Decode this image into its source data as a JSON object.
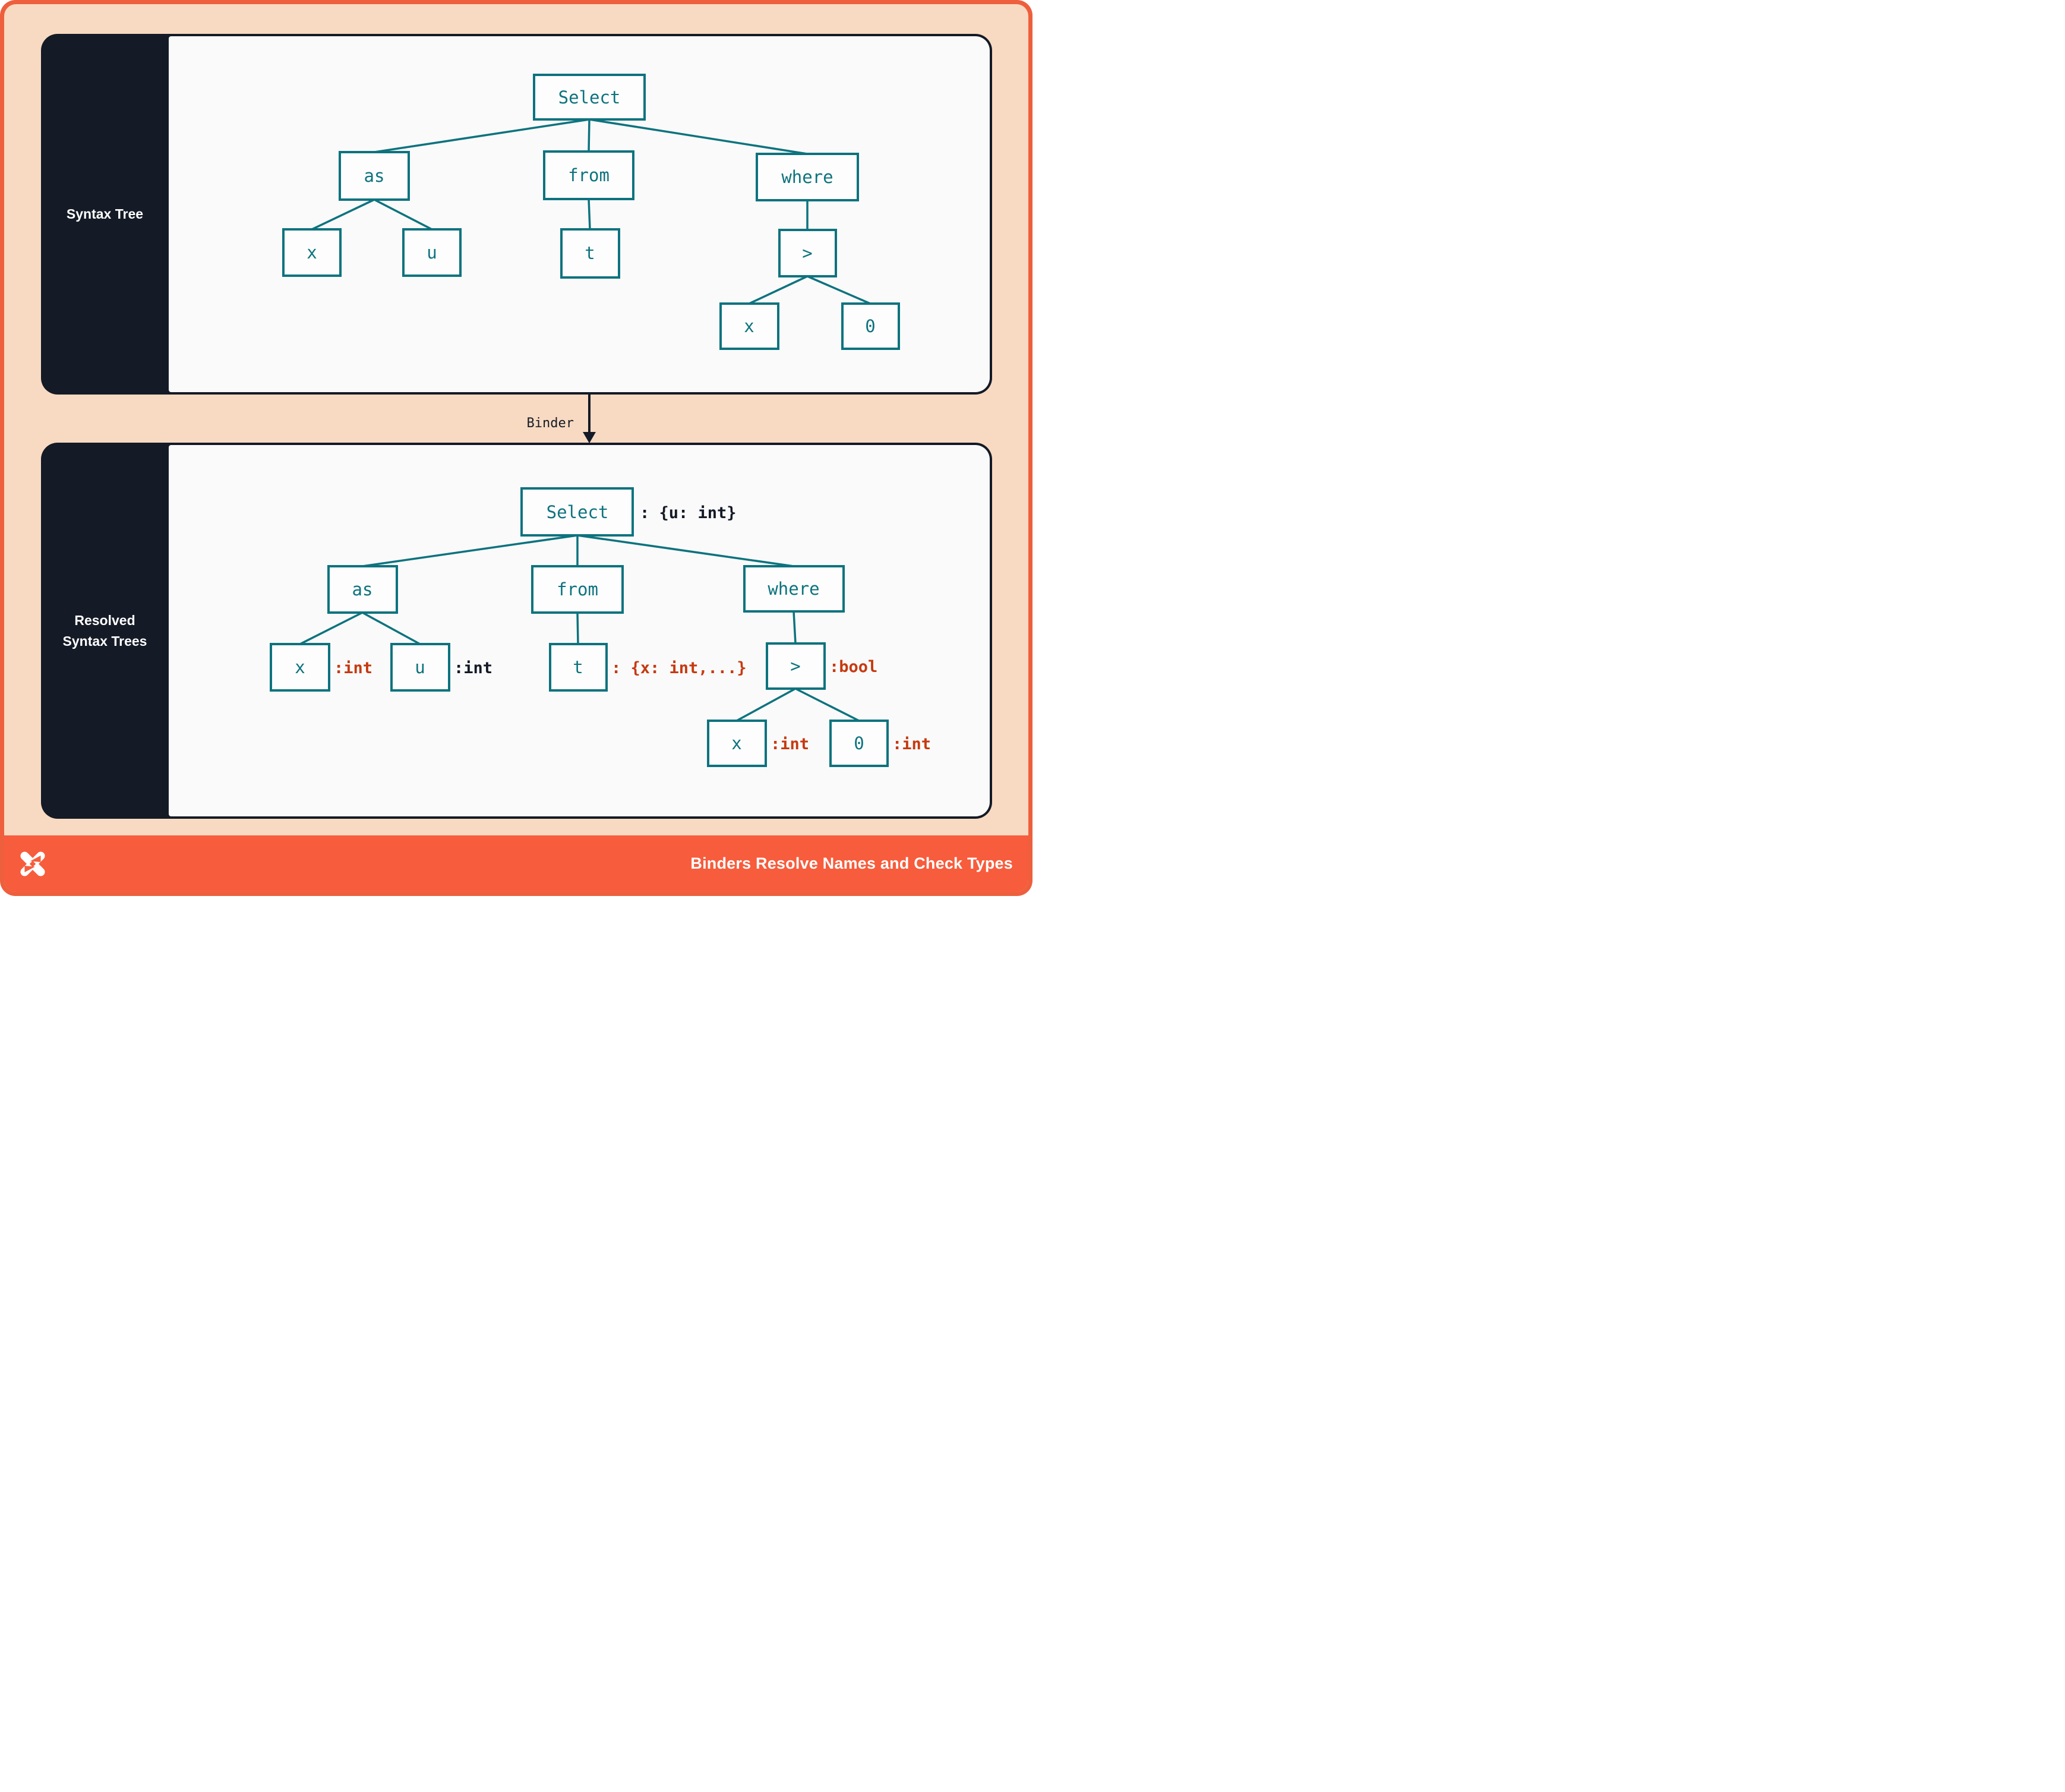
{
  "colors": {
    "frame": "#ee5f3d",
    "footer_bar": "#f75c3c",
    "background_peach": "#f8dac2",
    "panel_dark": "#141a26",
    "panel_content": "#fafafa",
    "node_teal": "#0d737e",
    "annotation_red": "#c63a10",
    "annotation_dark": "#141a26"
  },
  "sidebar_top": {
    "label": "Syntax Tree"
  },
  "sidebar_bottom": {
    "label_line1": "Resolved",
    "label_line2": "Syntax Trees"
  },
  "binder": {
    "label": "Binder"
  },
  "footer": {
    "title": "Binders Resolve Names and Check Types",
    "logo": "x-mark-logo"
  },
  "trees": {
    "top": {
      "select": "Select",
      "as": "as",
      "x": "x",
      "u": "u",
      "from": "from",
      "t": "t",
      "where": "where",
      "gt": ">",
      "x2": "x",
      "zero": "0"
    },
    "bottom": {
      "select": "Select",
      "select_ann": ": {u: int}",
      "as": "as",
      "x": "x",
      "x_ann": ":int",
      "u": "u",
      "u_ann": ":int",
      "from": "from",
      "t": "t",
      "t_ann": ": {x: int,...}",
      "where": "where",
      "gt": ">",
      "gt_ann": ":bool",
      "x2": "x",
      "x2_ann": ":int",
      "zero": "0",
      "zero_ann": ":int"
    }
  }
}
